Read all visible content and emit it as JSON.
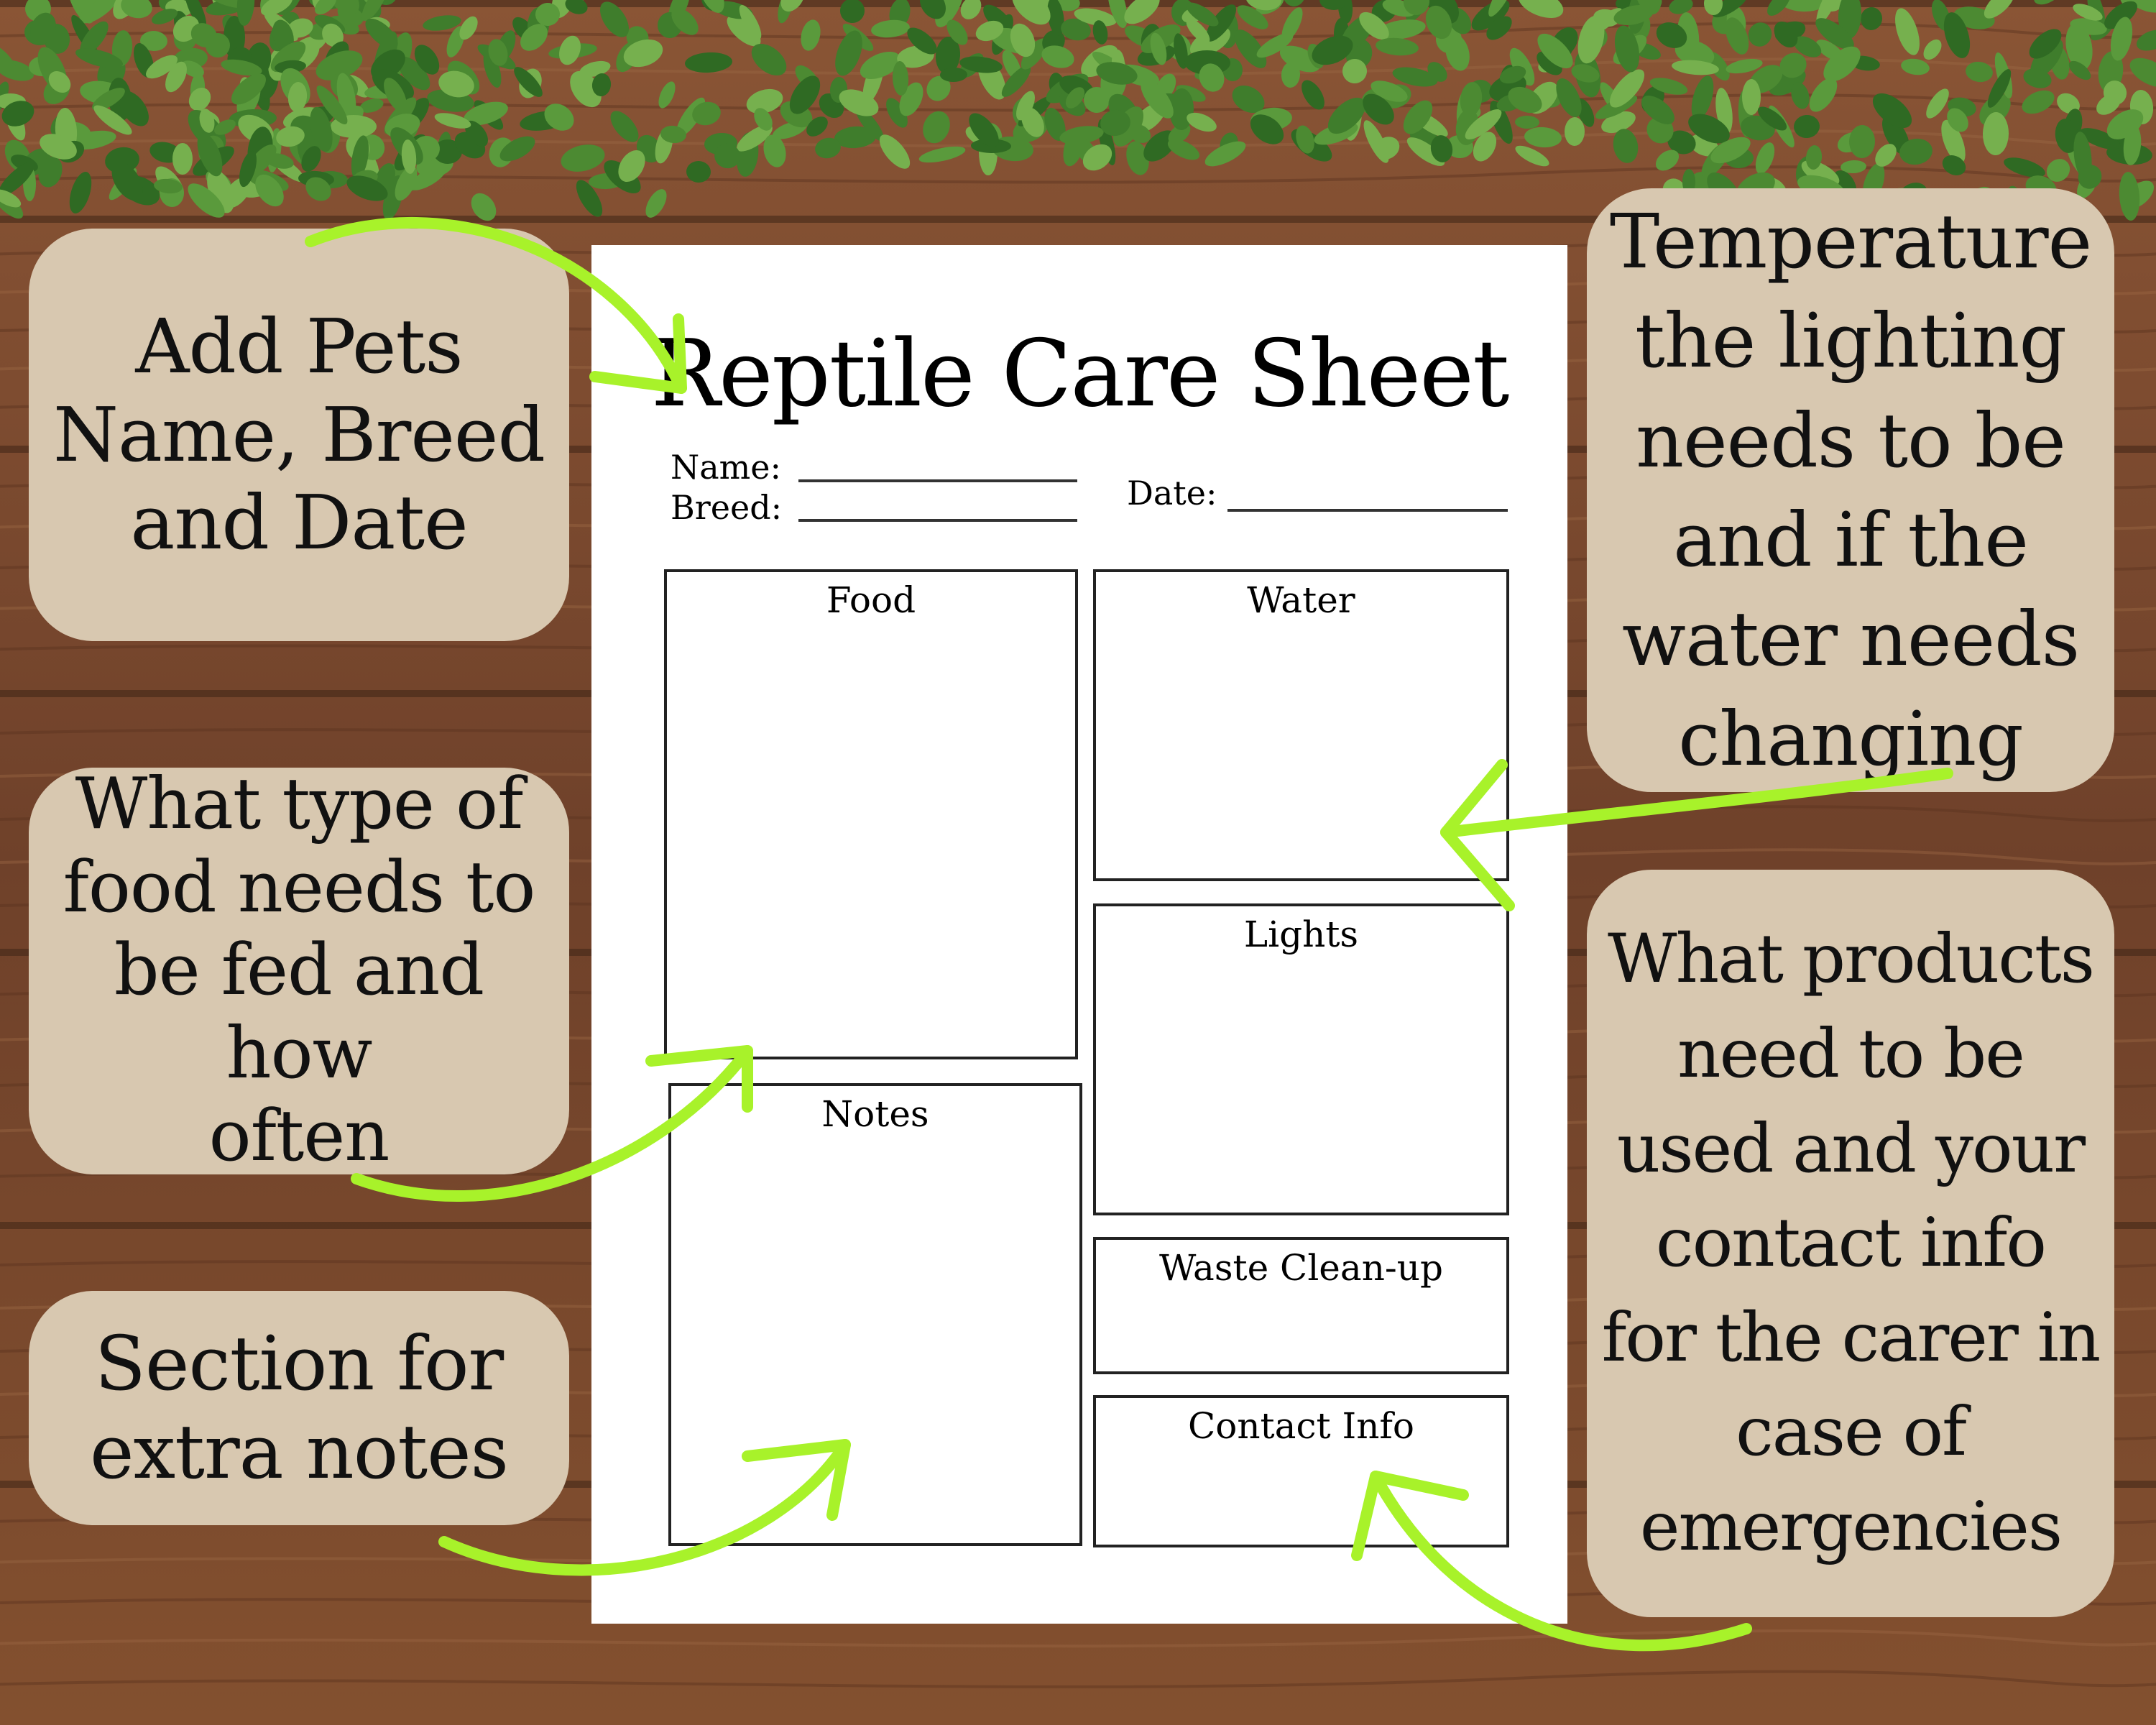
{
  "colors": {
    "wood": "#7b4a2e",
    "leaf": "#4f8a34",
    "callout_bg": "#d8c8b0",
    "arrow": "#a8f22a",
    "paper": "#ffffff"
  },
  "callouts": {
    "pet_info": [
      "Add Pets",
      "Name, Breed",
      "and Date"
    ],
    "food": [
      "What type of",
      "food needs to",
      "be fed and how",
      "often"
    ],
    "notes": [
      "Section for",
      "extra notes"
    ],
    "temperature": [
      "Temperature",
      "the lighting",
      "needs to be",
      "and if the",
      "water needs",
      "changing"
    ],
    "products": [
      "What products",
      "need to be",
      "used and your",
      "contact info",
      "for the carer in",
      "case of",
      "emergencies"
    ]
  },
  "sheet": {
    "title": "Reptile Care Sheet",
    "name_label": "Name:",
    "breed_label": "Breed:",
    "date_label": "Date:",
    "sections": {
      "food": "Food",
      "water": "Water",
      "lights": "Lights",
      "notes": "Notes",
      "waste": "Waste Clean-up",
      "contact": "Contact Info"
    }
  }
}
